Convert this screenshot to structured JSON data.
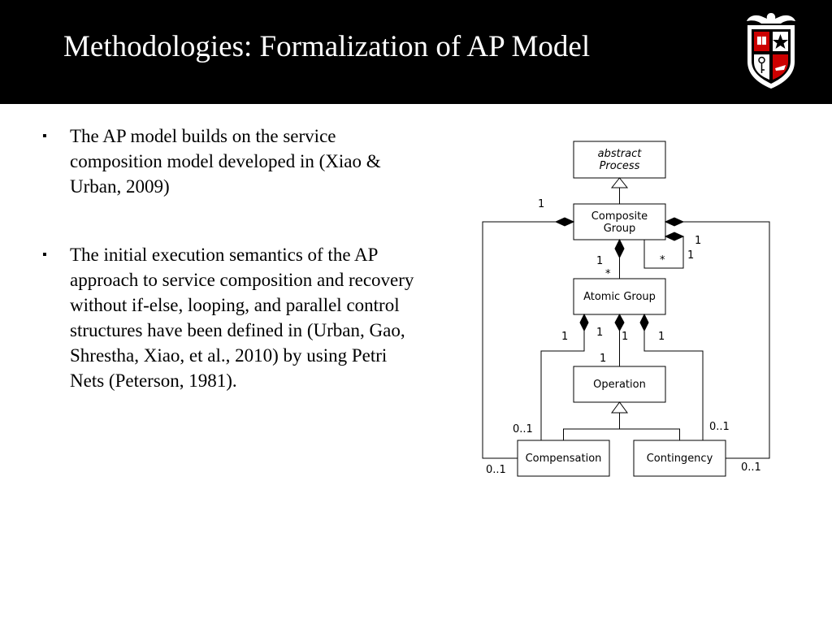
{
  "slide": {
    "title": "Methodologies: Formalization of AP Model",
    "bullet_mark": "▪",
    "bullets": [
      "The AP model builds on the service composition model developed in (Xiao & Urban, 2009)",
      "The initial execution semantics of the AP approach to service composition and recovery without if-else, looping, and parallel control structures have been defined in (Urban, Gao, Shrestha, Xiao, et al., 2010) by using Petri Nets (Peterson, 1981)."
    ]
  },
  "colors": {
    "header_bg": "#000000",
    "title_text": "#ffffff",
    "logo_red": "#cc0000",
    "logo_black": "#000000"
  },
  "diagram": {
    "boxes": {
      "abstract_process": [
        "abstract",
        "Process"
      ],
      "composite_group": [
        "Composite",
        "Group"
      ],
      "atomic_group": "Atomic Group",
      "operation": "Operation",
      "compensation": "Compensation",
      "contingency": "Contingency"
    },
    "multiplicities": {
      "composite_left_outer": "1",
      "composite_right_outer": "1",
      "self_ref_one": "1",
      "self_ref_many": "*",
      "composite_to_atomic_one": "1",
      "composite_to_atomic_many": "*",
      "atomic_left_1": "1",
      "atomic_mid_left_1": "1",
      "atomic_mid_right_1": "1",
      "atomic_right_1": "1",
      "operation_top_1": "1",
      "compensation_top": "0..1",
      "contingency_top": "0..1",
      "compensation_bottom": "0..1",
      "contingency_bottom": "0..1"
    }
  }
}
